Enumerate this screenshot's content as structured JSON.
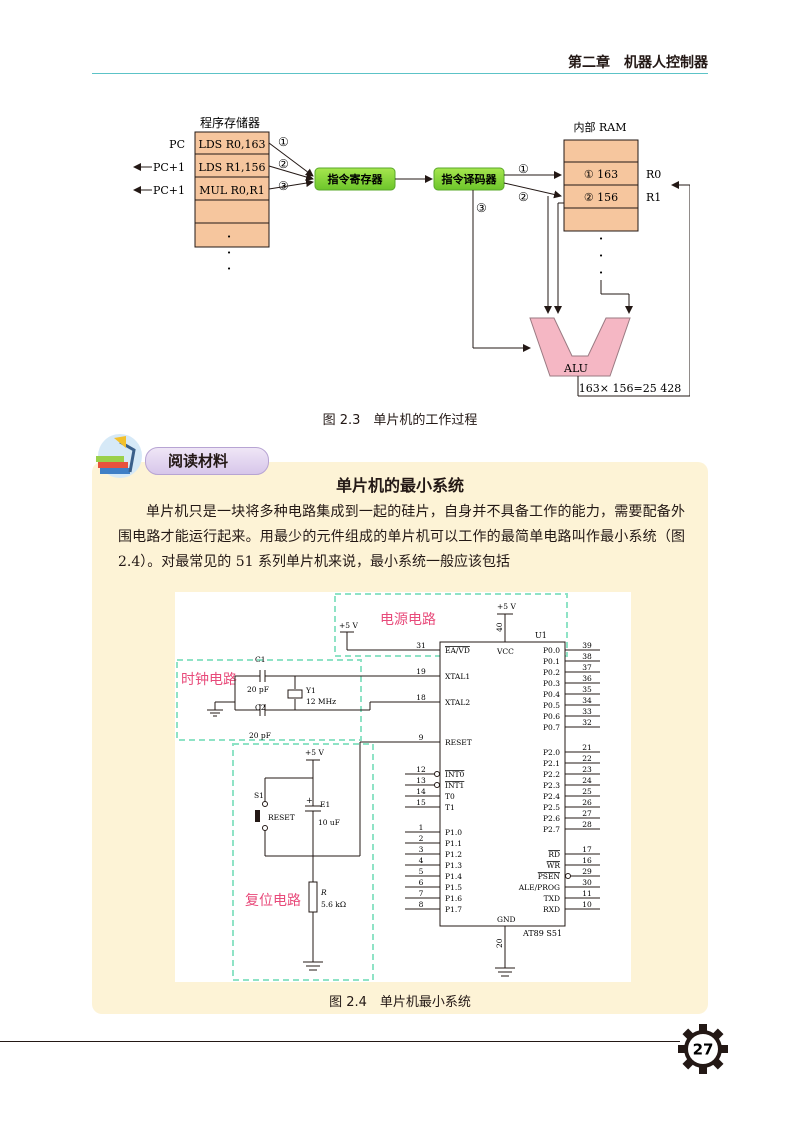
{
  "header": {
    "chapter": "第二章　机器人控制器"
  },
  "fig23": {
    "caption": "图 2.3　单片机的工作过程",
    "program_memory_title": "程序存储器",
    "pc_labels": [
      "PC",
      "PC+1",
      "PC+1"
    ],
    "instructions": [
      "LDS R0,163",
      "LDS R1,156",
      "MUL R0,R1"
    ],
    "step_marks": [
      "①",
      "②",
      "③"
    ],
    "instruction_register": "指令寄存器",
    "instruction_decoder": "指令译码器",
    "ram_title": "内部 RAM",
    "ram_cells": [
      "① 163",
      "② 156"
    ],
    "register_labels": [
      "R0",
      "R1"
    ],
    "alu_label": "ALU",
    "result": "163× 156=25 428",
    "dots": "·"
  },
  "reading": {
    "tab_label": "阅读材料",
    "title": "单片机的最小系统",
    "paragraph": "单片机只是一块将多种电路集成到一起的硅片，自身并不具备工作的能力，需要配备外围电路才能运行起来。用最少的元件组成的单片机可以工作的最简单电路叫作最小系统（图 2.4）。对最常见的 51 系列单片机来说，最小系统一般应该包括"
  },
  "fig24": {
    "caption": "图 2.4　单片机最小系统",
    "section_labels": {
      "power": "电源电路",
      "clock": "时钟电路",
      "reset": "复位电路"
    },
    "chip_name": "U1",
    "chip_model": "AT89 S51",
    "vcc_label": "+5 V",
    "left_pins": [
      {
        "num": "31",
        "name": "EA/VD"
      },
      {
        "num": "19",
        "name": "XTAL1"
      },
      {
        "num": "18",
        "name": "XTAL2"
      },
      {
        "num": "9",
        "name": "RESET"
      },
      {
        "num": "12",
        "name": "INT0"
      },
      {
        "num": "13",
        "name": "INT1"
      },
      {
        "num": "14",
        "name": "T0"
      },
      {
        "num": "15",
        "name": "T1"
      },
      {
        "num": "1",
        "name": "P1.0"
      },
      {
        "num": "2",
        "name": "P1.1"
      },
      {
        "num": "3",
        "name": "P1.2"
      },
      {
        "num": "4",
        "name": "P1.3"
      },
      {
        "num": "5",
        "name": "P1.4"
      },
      {
        "num": "6",
        "name": "P1.5"
      },
      {
        "num": "7",
        "name": "P1.6"
      },
      {
        "num": "8",
        "name": "P1.7"
      }
    ],
    "right_pins": [
      {
        "num": "39",
        "name": "P0.0"
      },
      {
        "num": "38",
        "name": "P0.1"
      },
      {
        "num": "37",
        "name": "P0.2"
      },
      {
        "num": "36",
        "name": "P0.3"
      },
      {
        "num": "35",
        "name": "P0.4"
      },
      {
        "num": "34",
        "name": "P0.5"
      },
      {
        "num": "33",
        "name": "P0.6"
      },
      {
        "num": "32",
        "name": "P0.7"
      },
      {
        "num": "21",
        "name": "P2.0"
      },
      {
        "num": "22",
        "name": "P2.1"
      },
      {
        "num": "23",
        "name": "P2.2"
      },
      {
        "num": "24",
        "name": "P2.3"
      },
      {
        "num": "25",
        "name": "P2.4"
      },
      {
        "num": "26",
        "name": "P2.5"
      },
      {
        "num": "27",
        "name": "P2.6"
      },
      {
        "num": "28",
        "name": "P2.7"
      },
      {
        "num": "17",
        "name": "RD"
      },
      {
        "num": "16",
        "name": "WR"
      },
      {
        "num": "29",
        "name": "PSEN"
      },
      {
        "num": "30",
        "name": "ALE/PROG"
      },
      {
        "num": "11",
        "name": "TXD"
      },
      {
        "num": "10",
        "name": "RXD"
      }
    ],
    "top_pin": {
      "num": "40",
      "name": "VCC"
    },
    "bottom_pin": {
      "num": "20",
      "name": "GND"
    },
    "components": {
      "c1": "C1",
      "c1_value": "20 pF",
      "c2": "C2",
      "c2_value": "20 pF",
      "y1": "Y1",
      "y1_value": "12 MHz",
      "s1": "S1",
      "s1_value": "RESET",
      "e1": "E1",
      "e1_value": "10 uF",
      "r": "R",
      "r_value": "5.6 kΩ",
      "plus": "+"
    }
  },
  "footer": {
    "page_number": "27"
  }
}
